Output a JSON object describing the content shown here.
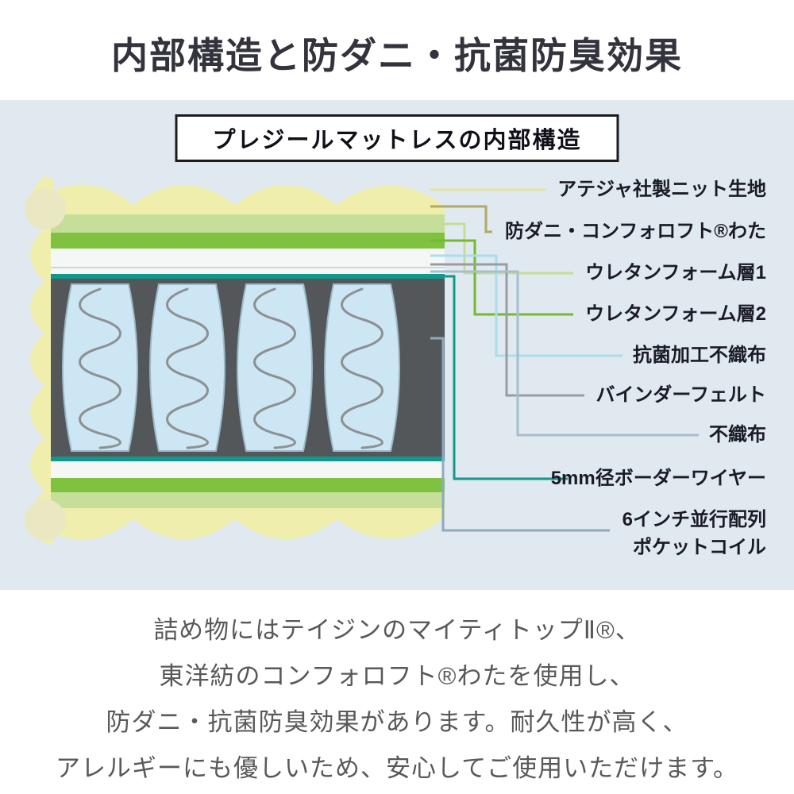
{
  "title": "内部構造と防ダニ・抗菌防臭効果",
  "diagram": {
    "panel_bg": "#dfe9ef",
    "box_title": "プレジールマットレスの内部構造",
    "labels": [
      {
        "text": "アテジャ社製ニット生地",
        "line_color": "#e8e3a2"
      },
      {
        "text": "防ダニ・コンフォロフト®わた",
        "line_color": "#b3a964"
      },
      {
        "text": "ウレタンフォーム層1",
        "line_color": "#c6dd96"
      },
      {
        "text": "ウレタンフォーム層2",
        "line_color": "#74b92e"
      },
      {
        "text": "抗菌加工不織布",
        "line_color": "#abdcea"
      },
      {
        "text": "バインダーフェルト",
        "line_color": "#999da1"
      },
      {
        "text": "不織布",
        "line_color": "#a7becd"
      },
      {
        "text": "5mm径ボーダーワイヤー",
        "line_color": "#12988b"
      },
      {
        "text": "6インチ並行配列",
        "text2": "ポケットコイル",
        "line_color": "#8fa9bf"
      }
    ],
    "colors": {
      "quilt_yellow": "#f0eead",
      "tuft_circle": "#eae7c3",
      "green_light": "#c5df9b",
      "green_medium": "#7fc240",
      "white_layer": "#f4f7f6",
      "teal_wire": "#0f988c",
      "frame_gray": "#545759",
      "coil_fill": "#cde6f4",
      "coil_stroke": "#9cb8c9",
      "spring_gray": "#8d9194"
    }
  },
  "footer": {
    "lines": [
      "詰め物にはテイジンのマイティトップⅡ®、",
      "東洋紡のコンフォロフト®わたを使用し、",
      "防ダニ・抗菌防臭効果があります。耐久性が高く、",
      "アレルギーにも優しいため、安心してご使用いただけます。"
    ]
  }
}
